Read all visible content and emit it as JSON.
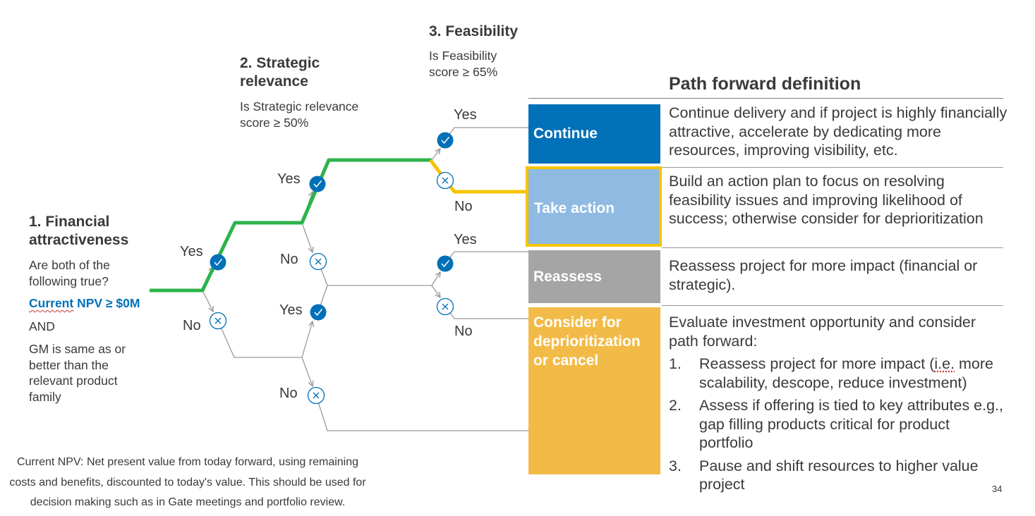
{
  "stage1": {
    "title": "1. Financial attractiveness",
    "question": "Are both of the following true?",
    "criterion_prefix": "Current",
    "criterion_rest": " NPV ≥ $0M",
    "and": "AND",
    "criterion2": "GM is same as or better than the relevant product family"
  },
  "stage2": {
    "title": "2. Strategic relevance",
    "question": "Is Strategic relevance score ≥ 50%"
  },
  "stage3": {
    "title": "3. Feasibility",
    "question": "Is Feasibility score ≥ 65%"
  },
  "labels": {
    "yes": "Yes",
    "no": "No"
  },
  "outcomes": {
    "header": "Path forward definition",
    "continue": {
      "label": "Continue",
      "color": "#0070b8",
      "description": "Continue delivery and if project is highly financially attractive, accelerate by dedicating more resources, improving visibility, etc."
    },
    "take_action": {
      "label": "Take action",
      "color": "#8fbae2",
      "highlight": "#f5c400",
      "description": "Build an action plan to focus on resolving feasibility issues and improving likelihood of success; otherwise consider for deprioritization"
    },
    "reassess": {
      "label": "Reassess",
      "color": "#a5a5a5",
      "description": "Reassess project for more impact (financial or strategic)."
    },
    "deprioritize": {
      "label": "Consider for deprioritization or cancel",
      "color": "#f2bb47",
      "intro": "Evaluate investment opportunity and consider path forward:",
      "items": [
        {
          "num": "1.",
          "text_a": "Reassess project for more impact (",
          "text_b": "i.e.",
          "text_c": " more scalability, descope, reduce investment)"
        },
        {
          "num": "2.",
          "text": "Assess if offering is tied to key attributes e.g., gap filling products critical for product portfolio"
        },
        {
          "num": "3.",
          "text": "Pause and shift resources to higher value project"
        }
      ]
    }
  },
  "footnote": "Current NPV: Net present value from today forward, using remaining costs and benefits, discounted to today's value. This should be used for decision making such as in Gate meetings and portfolio review.",
  "page_number": "34",
  "colors": {
    "green_path": "#2db34a",
    "yellow_path": "#f5c400",
    "check_fill": "#0070b8",
    "cross_stroke": "#0070b8",
    "line": "#9a9a9a",
    "npv_blue": "#0070b8"
  }
}
